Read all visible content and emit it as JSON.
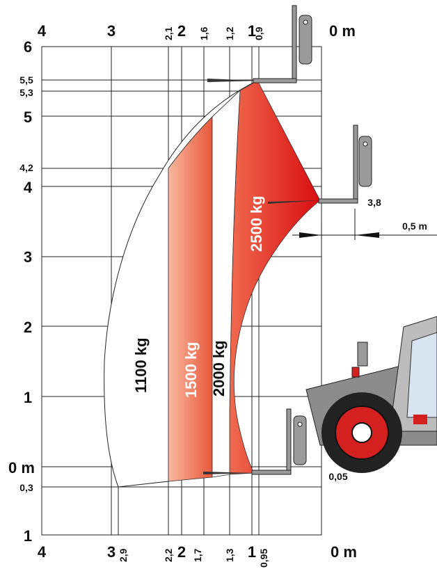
{
  "top_axis": {
    "major": [
      "4",
      "3",
      "2",
      "1",
      "0 m"
    ],
    "minor": [
      "2,1",
      "1,6",
      "1,2",
      "0,9"
    ]
  },
  "bottom_axis": {
    "major": [
      "4",
      "3",
      "2",
      "1",
      "0 m"
    ],
    "minor": [
      "2,9",
      "2,2",
      "1,7",
      "1,3",
      "0,95"
    ]
  },
  "left_axis": {
    "major": [
      "6",
      "5",
      "4",
      "3",
      "2",
      "1",
      "0 m",
      "1"
    ],
    "minor": [
      "5,5",
      "5,3",
      "4,2",
      "0,3"
    ]
  },
  "annotations": {
    "reach_at_max": "3,8",
    "offset": "0,5 m",
    "ground_offset": "0,05"
  },
  "load_zones": [
    {
      "label": "1100 kg",
      "color": "#ffffff"
    },
    {
      "label": "1500 kg",
      "color": "#f08a6e"
    },
    {
      "label": "2000 kg",
      "color": "#ffffff"
    },
    {
      "label": "2500 kg",
      "color": "#e8201e"
    }
  ],
  "colors": {
    "zone_dark": "#e01c1a",
    "zone_light": "#f4a080",
    "machine_grey": "#8c8c8c",
    "wheel_red": "#d4201f"
  }
}
